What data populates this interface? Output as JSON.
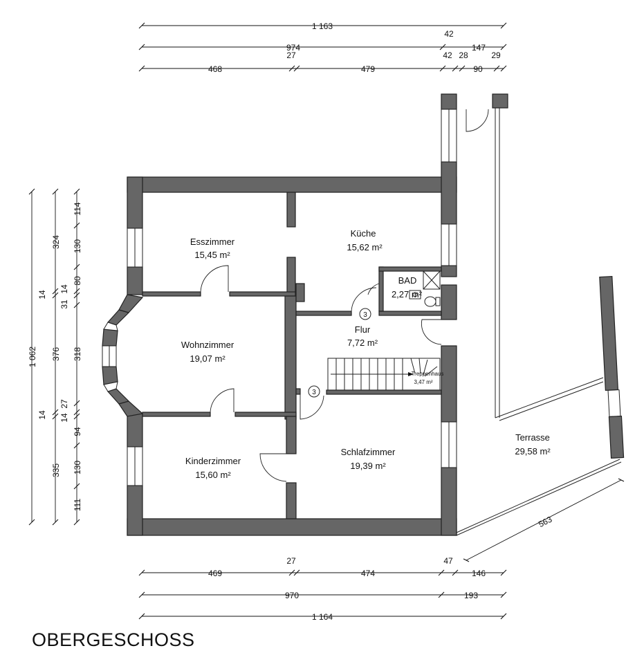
{
  "floor_label": "OBERGESCHOSS",
  "rooms": [
    {
      "name": "Esszimmer",
      "area": "15,45 m²"
    },
    {
      "name": "Küche",
      "area": "15,62 m²"
    },
    {
      "name": "BAD",
      "area": "2,27 m²"
    },
    {
      "name": "Flur",
      "area": "7,72 m²"
    },
    {
      "name": "Wohnzimmer",
      "area": "19,07 m²"
    },
    {
      "name": "Treppenhaus",
      "area": "3,47 m²"
    },
    {
      "name": "Kinderzimmer",
      "area": "15,60 m²"
    },
    {
      "name": "Schlafzimmer",
      "area": "19,39 m²"
    },
    {
      "name": "Terrasse",
      "area": "29,58 m²"
    }
  ],
  "stair_steps": [
    "3",
    "3"
  ],
  "dims_top": {
    "row1": [
      "1 163"
    ],
    "row2": [
      "974",
      "42",
      "147"
    ],
    "row3": [
      "468",
      "27",
      "479",
      "42",
      "28",
      "90",
      "29"
    ]
  },
  "dims_bottom": {
    "row1": [
      "469",
      "27",
      "474",
      "47",
      "146"
    ],
    "row2": [
      "970",
      "193"
    ],
    "row3": [
      "1 164"
    ]
  },
  "dims_left": {
    "col1": [
      "1 062"
    ],
    "col2": [
      "324",
      "14",
      "376",
      "14",
      "335"
    ],
    "col3": [
      "114",
      "130",
      "80",
      "14",
      "31",
      "318",
      "27",
      "14",
      "94",
      "130",
      "111"
    ]
  },
  "dim_diagonal": "563"
}
